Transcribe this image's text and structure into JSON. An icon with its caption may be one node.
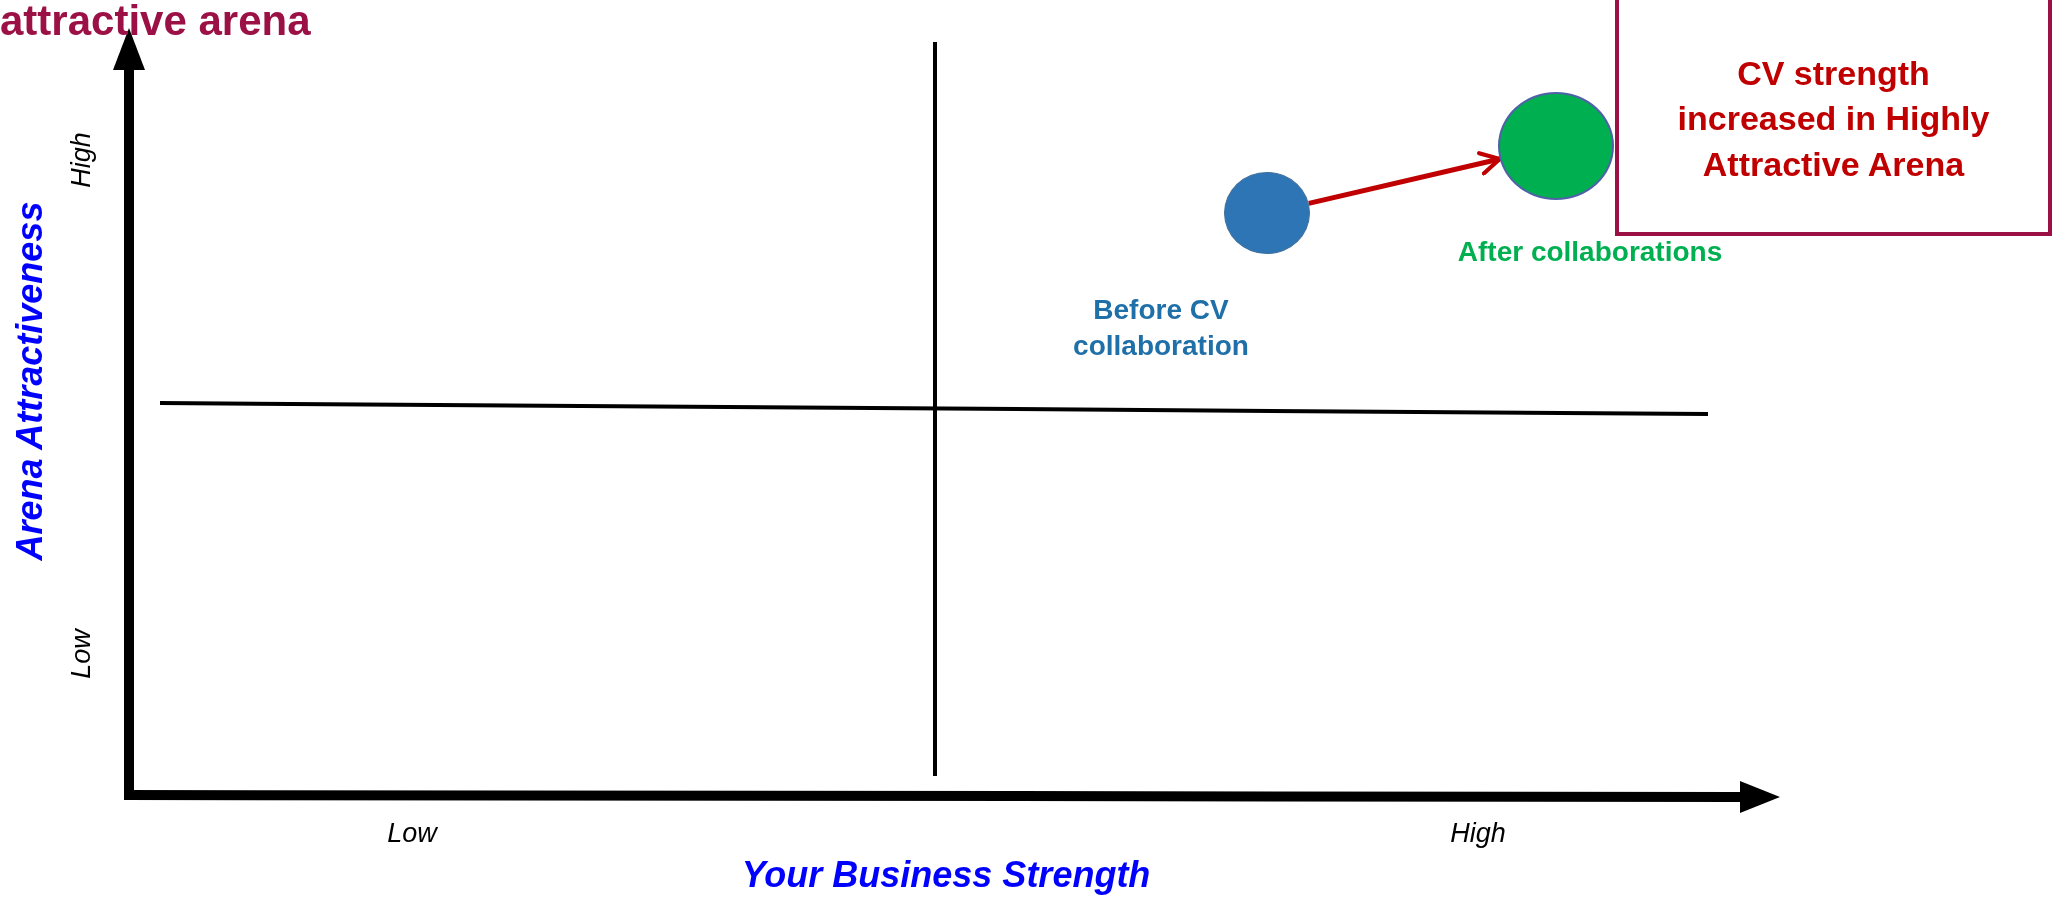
{
  "diagram": {
    "nodes": [
      {
        "text": [],
        "shape": "circle",
        "beside": [
          "Before CV collaboration"
        ]
      },
      {
        "text": [],
        "shape": "circle"
      },
      {
        "text": [
          "CV strength increased in Highly Attractive Arena"
        ]
      }
    ],
    "edges": [
      {
        "from": 0,
        "to": 1,
        "arrow": "to",
        "color": "#c00000"
      }
    ],
    "labels": [
      "After collaborations",
      "attractive arena",
      "High",
      "Low",
      "Arena Attractiveness",
      "Low",
      "High",
      "Your Business Strength"
    ]
  }
}
